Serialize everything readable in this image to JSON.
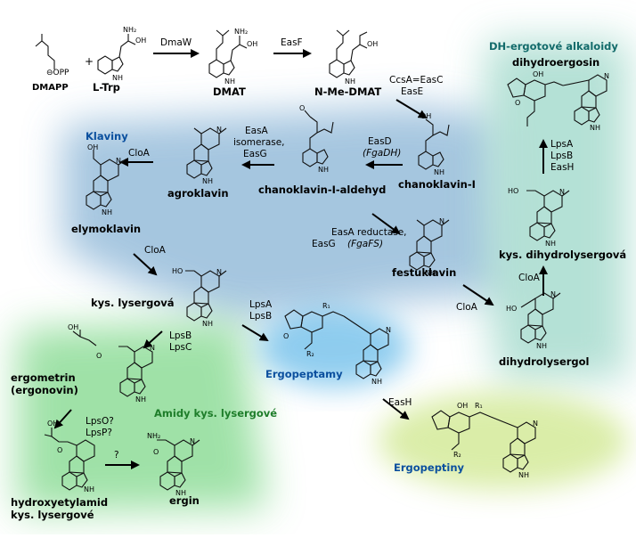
{
  "compounds": {
    "dmapp": "DMAPP",
    "ltrp": "L-Trp",
    "dmat": "DMAT",
    "nmedmat": "N-Me-DMAT",
    "chanoklavin1": "chanoklavin-I",
    "chanoklavin_aldehyd": "chanoklavin-I-aldehyd",
    "agroklavin": "agroklavin",
    "elymoklavin": "elymoklavin",
    "festuklavin": "festuklavin",
    "kys_lysergova": "kys. lysergová",
    "dihydrolysergol": "dihydrolysergol",
    "kys_dihydrolysergova": "kys. dihydrolysergová",
    "dihydroergosin": "dihydroergosin",
    "ergometrin_line1": "ergometrin",
    "ergometrin_line2": "(ergonovin)",
    "hydroxyetylamid_line1": "hydroxyetylamid",
    "hydroxyetylamid_line2": "kys. lysergové",
    "ergin": "ergin"
  },
  "groups": {
    "klaviny": "Klaviny",
    "dh_ergotove": "DH-ergotové alkaloidy",
    "amidy": "Amidy kys. lysergové",
    "ergopeptamy": "Ergopeptamy",
    "ergopeptiny": "Ergopeptiny"
  },
  "enzymes": {
    "dmaw": "DmaW",
    "easf": "EasF",
    "ccsa_line1": "CcsA=EasC",
    "ccsa_line2": "EasE",
    "easd": "EasD",
    "fgadh": "(FgaDH)",
    "easa_iso_1": "EasA",
    "easa_iso_2": "isomerase,",
    "easa_iso_3": "EasG",
    "cloa_1": "CloA",
    "easa_red_1": "EasA reductase,",
    "easa_red_2": "EasG",
    "fgafs": "(FgaFS)",
    "cloa_2": "CloA",
    "cloa_3": "CloA",
    "cloa_4": "CloA",
    "lpsa_lpsb_1": "LpsA",
    "lpsa_lpsb_2": "LpsB",
    "lpsb_lpsc_1": "LpsB",
    "lpsb_lpsc_2": "LpsC",
    "lpsa_lpsb_eash_1": "LpsA",
    "lpsa_lpsb_eash_2": "LpsB",
    "lpsa_lpsb_eash_3": "EasH",
    "eash": "EasH",
    "lpso_1": "LpsO?",
    "lpso_2": "LpsP?",
    "unknown": "?"
  },
  "atoms": {
    "opp": "⊖OPP",
    "nh": "NH",
    "nh2": "NH₂",
    "oh": "OH",
    "ho": "HO",
    "n": "N",
    "o": "O",
    "h": "H",
    "r1": "R₁",
    "r2": "R₂"
  },
  "colors": {
    "blue_region": "#8fb8d8",
    "teal_region": "#a8dccf",
    "green_region": "#7fd88a",
    "yellowgreen_region": "#d4ea9a",
    "lightblue_region": "#7cc4ec"
  }
}
